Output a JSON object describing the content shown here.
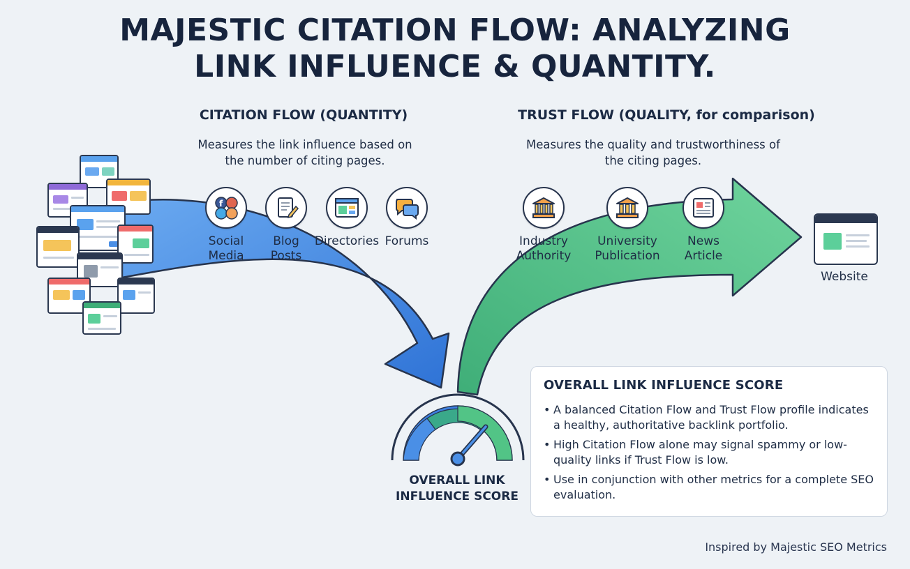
{
  "title_line1": "MAJESTIC CITATION FLOW: ANALYZING",
  "title_line2": "LINK INFLUENCE & QUANTITY.",
  "citation": {
    "heading": "CITATION FLOW (QUANTITY)",
    "desc_line1": "Measures the link influence based on",
    "desc_line2": "the number of citing pages.",
    "items": [
      {
        "icon": "social-media-icon",
        "line1": "Social",
        "line2": "Media"
      },
      {
        "icon": "blog-posts-icon",
        "line1": "Blog",
        "line2": "Posts"
      },
      {
        "icon": "directories-icon",
        "line1": "Directories",
        "line2": ""
      },
      {
        "icon": "forums-icon",
        "line1": "Forums",
        "line2": ""
      }
    ]
  },
  "trust": {
    "heading": "TRUST FLOW (QUALITY, for comparison)",
    "desc_line1": "Measures the quality and trustworthiness of",
    "desc_line2": "the citing pages.",
    "items": [
      {
        "icon": "industry-authority-icon",
        "line1": "Industry",
        "line2": "Authority"
      },
      {
        "icon": "university-publication-icon",
        "line1": "University",
        "line2": "Publication"
      },
      {
        "icon": "news-article-icon",
        "line1": "News",
        "line2": "Article"
      }
    ]
  },
  "website_label": "Website",
  "gauge": {
    "line1": "OVERALL LINK",
    "line2": "INFLUENCE SCORE"
  },
  "score_box": {
    "heading": "OVERALL LINK INFLUENCE SCORE",
    "bullets": [
      "A balanced Citation Flow and Trust Flow profile indicates a healthy, authoritative backlink portfolio.",
      "High Citation Flow alone may signal spammy or low-quality links if Trust Flow is low.",
      "Use in conjunction with other metrics for a complete SEO evaluation."
    ]
  },
  "credit": "Inspired by Majestic SEO Metrics",
  "colors": {
    "blue_arrow": "#4a8fe6",
    "green_arrow": "#4cbf86",
    "outline": "#27344d",
    "background": "#eef2f6"
  }
}
